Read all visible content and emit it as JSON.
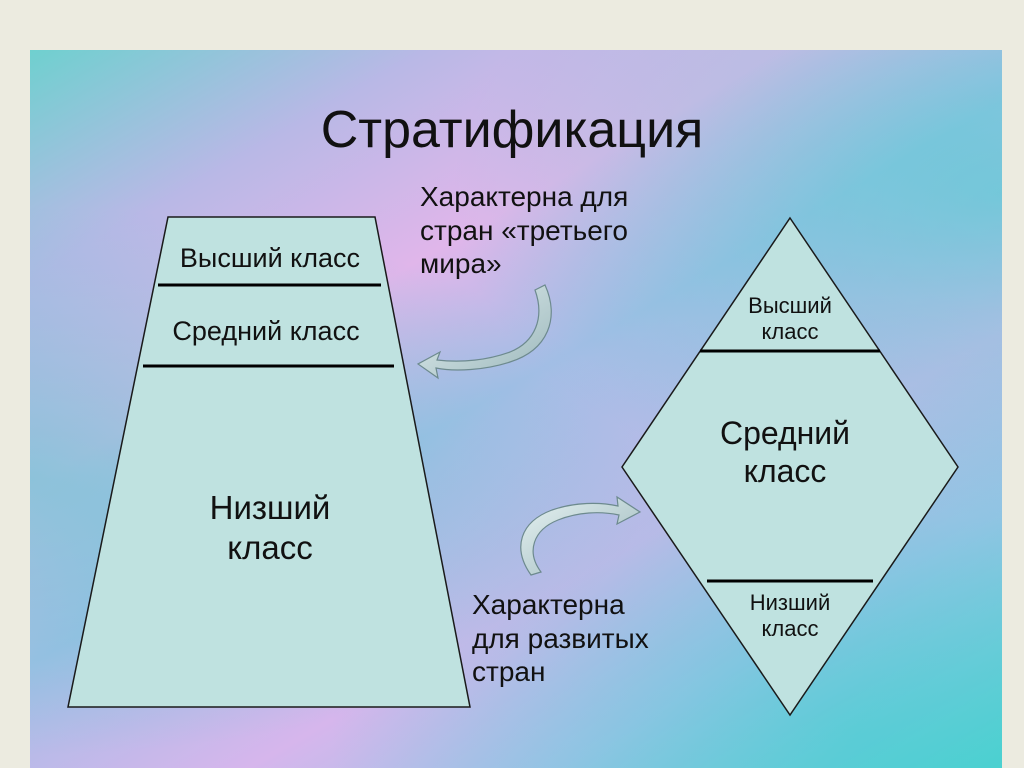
{
  "title": "Стратификация",
  "trapezoid": {
    "top_label": "Высший класс",
    "middle_label": "Средний класс",
    "bottom_label": "Низший\nкласс"
  },
  "diamond": {
    "top_label": "Высший\nкласс",
    "middle_label": "Средний\nкласс",
    "bottom_label": "Низший\nкласс"
  },
  "captions": {
    "third_world": "Характерна для\nстран «третьего\nмира»",
    "developed": "Характерна\nдля развитых\nстран"
  },
  "colors": {
    "shape_fill": "#bfe2e0",
    "outline": "#1a1a1a"
  }
}
